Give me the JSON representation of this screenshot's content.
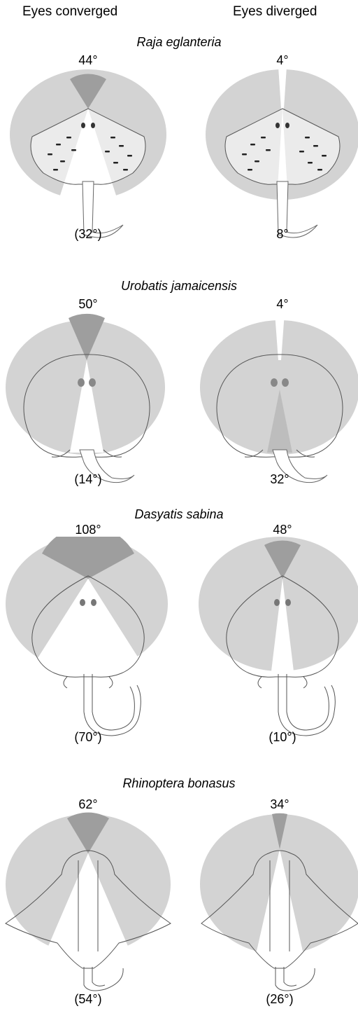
{
  "headers": {
    "left": "Eyes converged",
    "right": "Eyes diverged"
  },
  "colors": {
    "field": "#d3d3d3",
    "binocular": "#9e9e9e",
    "outline": "#555555"
  },
  "species": [
    {
      "name": "Raja eglanteria",
      "converged": {
        "frontal": "44°",
        "rear": "(32°)"
      },
      "diverged": {
        "frontal": "4°",
        "rear": "8°"
      }
    },
    {
      "name": "Urobatis jamaicensis",
      "converged": {
        "frontal": "50°",
        "rear": "(14°)"
      },
      "diverged": {
        "frontal": "4°",
        "rear": "32°"
      }
    },
    {
      "name": "Dasyatis sabina",
      "converged": {
        "frontal": "108°",
        "rear": "(70°)"
      },
      "diverged": {
        "frontal": "48°",
        "rear": "(10°)"
      }
    },
    {
      "name": "Rhinoptera bonasus",
      "converged": {
        "frontal": "62°",
        "rear": "(54°)"
      },
      "diverged": {
        "frontal": "34°",
        "rear": "(26°)"
      }
    }
  ]
}
